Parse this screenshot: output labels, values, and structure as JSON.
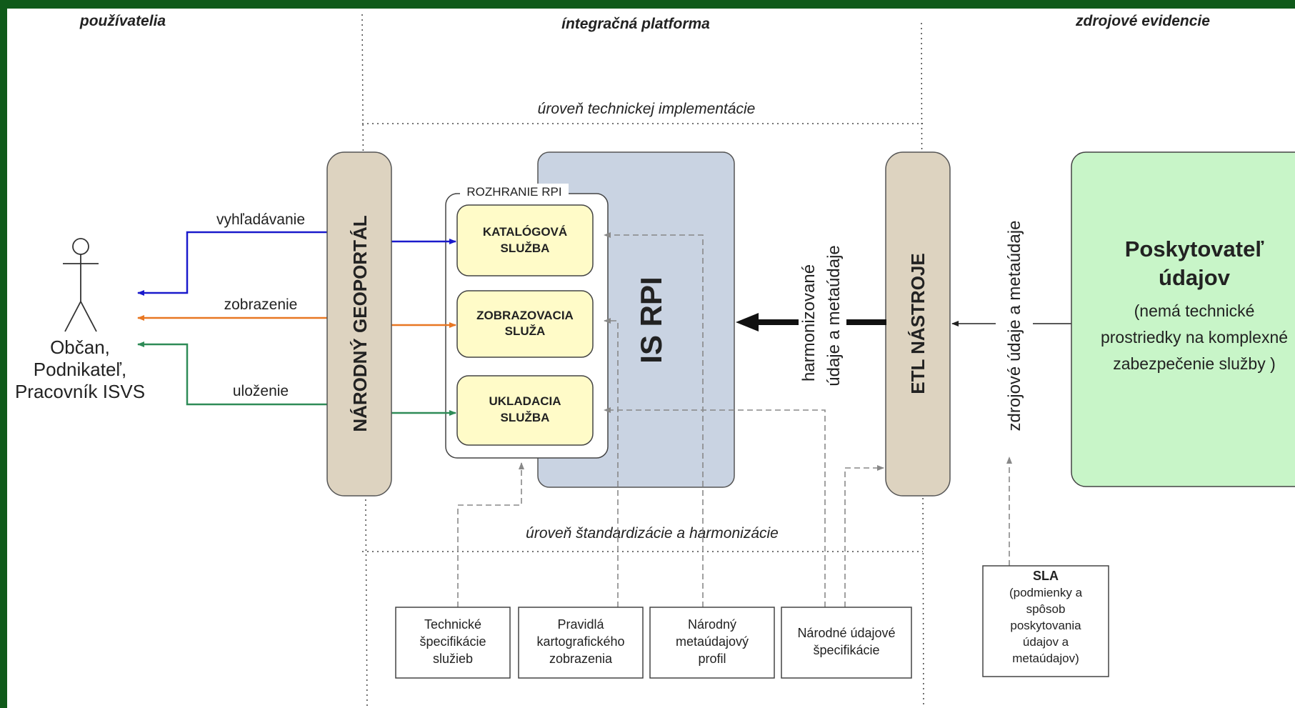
{
  "columns": {
    "users": "používatelia",
    "platform": "íntegračná platforma",
    "sources": "zdrojové evidencie"
  },
  "levels": {
    "technical": "úroveň technickej implementácie",
    "standard": "úroveň štandardizácie a harmonizácie"
  },
  "actor": {
    "line1": "Občan,",
    "line2": "Podnikateľ,",
    "line3": "Pracovník ISVS"
  },
  "flows": {
    "search": "vyhľadávanie",
    "view": "zobrazenie",
    "store": "uloženie"
  },
  "geoportal": "NÁRODNÝ GEOPORTÁL",
  "interface": "ROZHRANIE RPI",
  "services": {
    "catalog": [
      "KATALÓGOVÁ",
      "SLUŽBA"
    ],
    "view": [
      "ZOBRAZOVACIA",
      "SLUŽA"
    ],
    "store": [
      "UKLADACIA",
      "SLUŽBA"
    ]
  },
  "is_rpi": "IS RPI",
  "harmonized": [
    "harmonizované",
    "údaje a metaúdaje"
  ],
  "etl": "ETL NÁSTROJE",
  "source_data": "zdrojové údaje a metaúdaje",
  "provider": {
    "title1": "Poskytovateľ",
    "title2": "údajov",
    "note1": "(nemá technické",
    "note2": "prostriedky na komplexné",
    "note3": "zabezpečenie služby )"
  },
  "standards": [
    [
      "Technické",
      "špecifikácie",
      "služieb"
    ],
    [
      "Pravidlá",
      "kartografického",
      "zobrazenia"
    ],
    [
      "Národný",
      "metaúdajový",
      "profil"
    ],
    [
      "Národné údajové",
      "špecifikácie"
    ]
  ],
  "sla": [
    "SLA",
    "(podmienky a",
    "spôsob",
    "poskytovania",
    "údajov a",
    "metaúdajov)"
  ],
  "colors": {
    "search": "#1a1acc",
    "view": "#e87722",
    "store": "#2e8b57",
    "geoportal_fill": "#ddd3c0",
    "service_fill": "#fffbc8",
    "rpi_fill": "#c9d3e2",
    "provider_fill": "#c8f5c8"
  }
}
